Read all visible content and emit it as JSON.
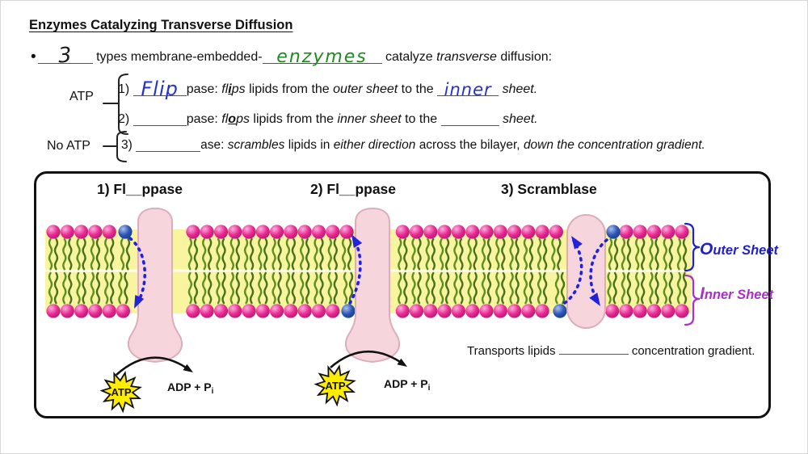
{
  "page": {
    "title": "Enzymes Catalyzing Transverse Diffusion"
  },
  "intro": {
    "bullet": "•",
    "blank1": "3",
    "seg1": "types membrane-embedded-",
    "blank2": "enzymes",
    "seg2": "catalyze",
    "seg2_italic": "transverse",
    "seg3": "diffusion:"
  },
  "side_labels": {
    "atp": "ATP",
    "no_atp": "No ATP"
  },
  "line1": {
    "num": "1)",
    "blank": "Flip",
    "suffix": "pase:",
    "w_pre": "fl",
    "w_mid": "i",
    "w_post": "ps",
    "mid": "lipids from the",
    "em1": "outer sheet",
    "mid2": "to the",
    "blank2": "inner",
    "end": "sheet."
  },
  "line2": {
    "num": "2)",
    "blank": "",
    "suffix": "pase:",
    "w_pre": "fl",
    "w_mid": "o",
    "w_post": "ps",
    "mid": "lipids from the",
    "em1": "inner sheet",
    "mid2": "to the",
    "blank2": "",
    "end": "sheet."
  },
  "line3": {
    "num": "3)",
    "blank": "",
    "suffix": "ase:",
    "em1": "scrambles",
    "mid": "lipids in",
    "em2": "either direction",
    "mid2": "across the bilayer,",
    "em3": "down the concentration gradient."
  },
  "diagram": {
    "label1": "1) Fl__ppase",
    "label2": "2) Fl__ppase",
    "label3": "3) Scramblase",
    "outer_sheet_initial": "O",
    "outer_sheet_rest": "uter Sheet",
    "inner_sheet_initial": "I",
    "inner_sheet_rest": "nner Sheet",
    "transports_pre": "Transports lipids",
    "transports_post": "concentration gradient.",
    "atp_star": "ATP",
    "adp": "ADP + P",
    "adp_sub": "i"
  },
  "colors": {
    "head_pink": "#e82a92",
    "head_pink_light": "#ffaede",
    "head_pink_dark": "#b0156f",
    "head_blue": "#2d55b4",
    "head_blue_light": "#a8c0f2",
    "head_blue_dark": "#173c85",
    "tail_green": "#5d8f1e",
    "tail_green_dark": "#47721a",
    "band_yellow": "#f8f4a0",
    "protein_fill": "#f6d6dc",
    "protein_stroke": "#ddadb9",
    "arrow_blue": "#2222dd",
    "outer_label": "#2020cc",
    "inner_label": "#aa30cc",
    "star_yellow": "#ffec00",
    "hand_blue": "#2233cc",
    "hand_green": "#1f8a1f",
    "hand_black": "#1a1a1a"
  }
}
